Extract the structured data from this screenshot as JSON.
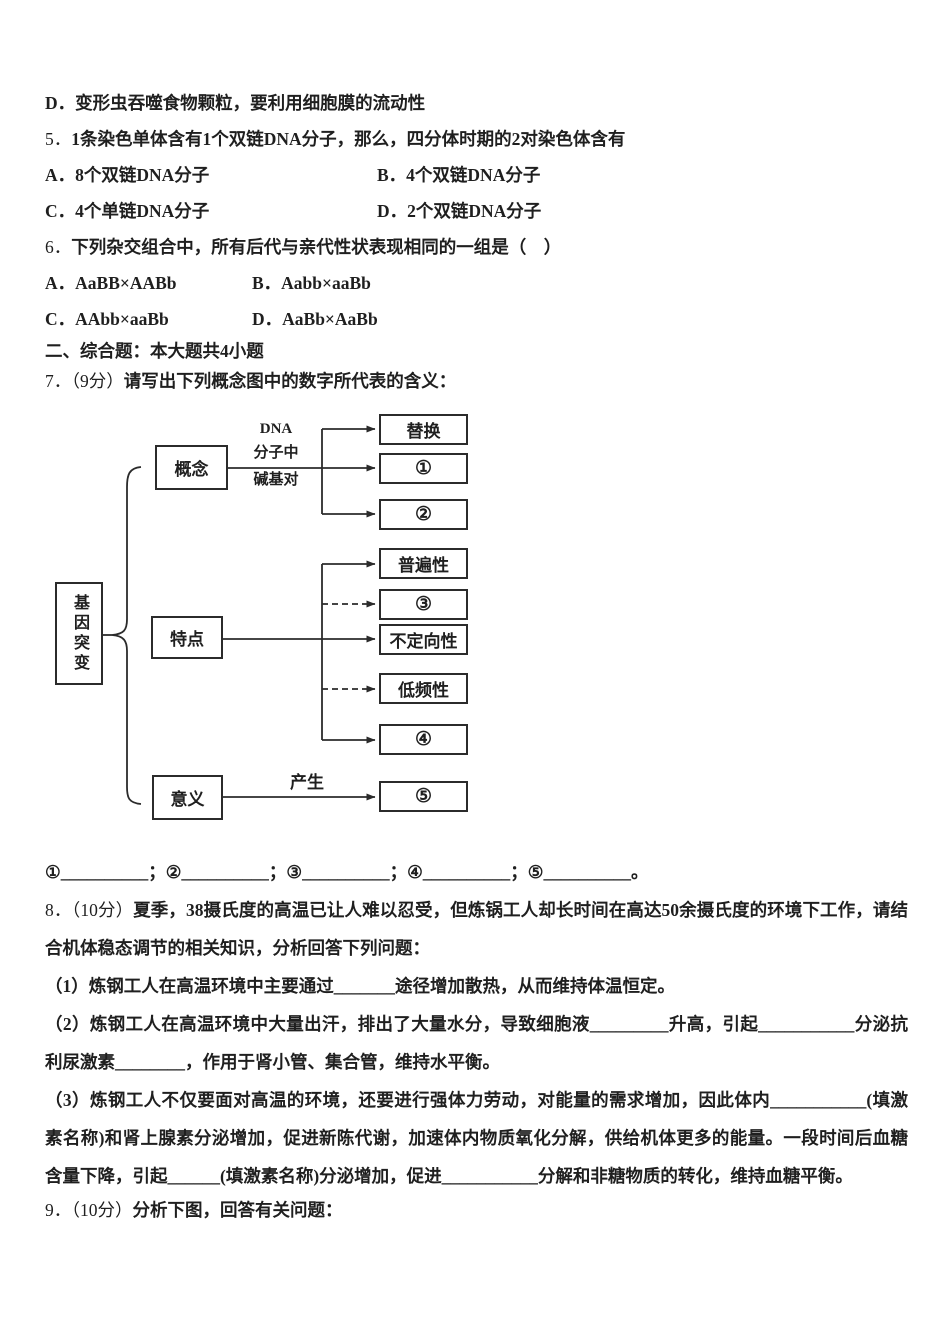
{
  "colors": {
    "ink": "#1f1f1f",
    "paper": "#ffffff",
    "line": "#2b2b2b"
  },
  "content": {
    "optD_line": "D．变形虫吞噬食物颗粒，要利用细胞膜的流动性",
    "q5": {
      "prefix": "5．",
      "stem": "1条染色单体含有1个双链DNA分子，那么，四分体时期的2对染色体含有",
      "optA": "A．8个双链DNA分子",
      "optB": "B．4个双链DNA分子",
      "optC": "C．4个单链DNA分子",
      "optD": "D．2个双链DNA分子"
    },
    "q6": {
      "prefix": "6．",
      "stem": "下列杂交组合中，所有后代与亲代性状表现相同的一组是（　）",
      "optA": "A．AaBB×AABb",
      "optB": "B．Aabb×aaBb",
      "optC": "C．AAbb×aaBb",
      "optD": "D．AaBb×AaBb"
    },
    "section2": "二、综合题：本大题共4小题",
    "q7": {
      "prefix": "7．",
      "points": "（9分）",
      "stem": "请写出下列概念图中的数字所代表的含义："
    },
    "q7_blanks": "①__________；②__________；③__________；④__________；⑤__________。",
    "q8": {
      "prefix": "8．",
      "points": "（10分）",
      "stem": "夏季，38摄氏度的高温已让人难以忍受，但炼锅工人却长时间在高达50余摄氏度的环境下工作，请结合机体稳态调节的相关知识，分析回答下列问题：",
      "part1": "（1）炼钢工人在高温环境中主要通过_______途径增加散热，从而维持体温恒定。",
      "part2": "（2）炼钢工人在高温环境中大量出汗，排出了大量水分，导致细胞液_________升高，引起___________分泌抗利尿激素________，作用于肾小管、集合管，维持水平衡。",
      "part3": "（3）炼钢工人不仅要面对高温的环境，还要进行强体力劳动，对能量的需求增加，因此体内___________(填激素名称)和肾上腺素分泌增加，促进新陈代谢，加速体内物质氧化分解，供给机体更多的能量。一段时间后血糖含量下降，引起______(填激素名称)分泌增加，促进___________分解和非糖物质的转化，维持血糖平衡。"
    },
    "q9": {
      "prefix": "9．",
      "points": "（10分）",
      "stem": "分析下图，回答有关问题："
    }
  },
  "diagram": {
    "root": "基因突变",
    "branch1": "概念",
    "branch2": "特点",
    "branch3": "意义",
    "edge1_line1": "DNA",
    "edge1_line2": "分子中",
    "edge1_line3": "碱基对",
    "edge3": "产生",
    "t_sub": "替换",
    "t1": "①",
    "t2": "②",
    "t_pub": "普遍性",
    "t3": "③",
    "t_bud": "不定向性",
    "t_low": "低频性",
    "t4": "④",
    "t5": "⑤"
  }
}
